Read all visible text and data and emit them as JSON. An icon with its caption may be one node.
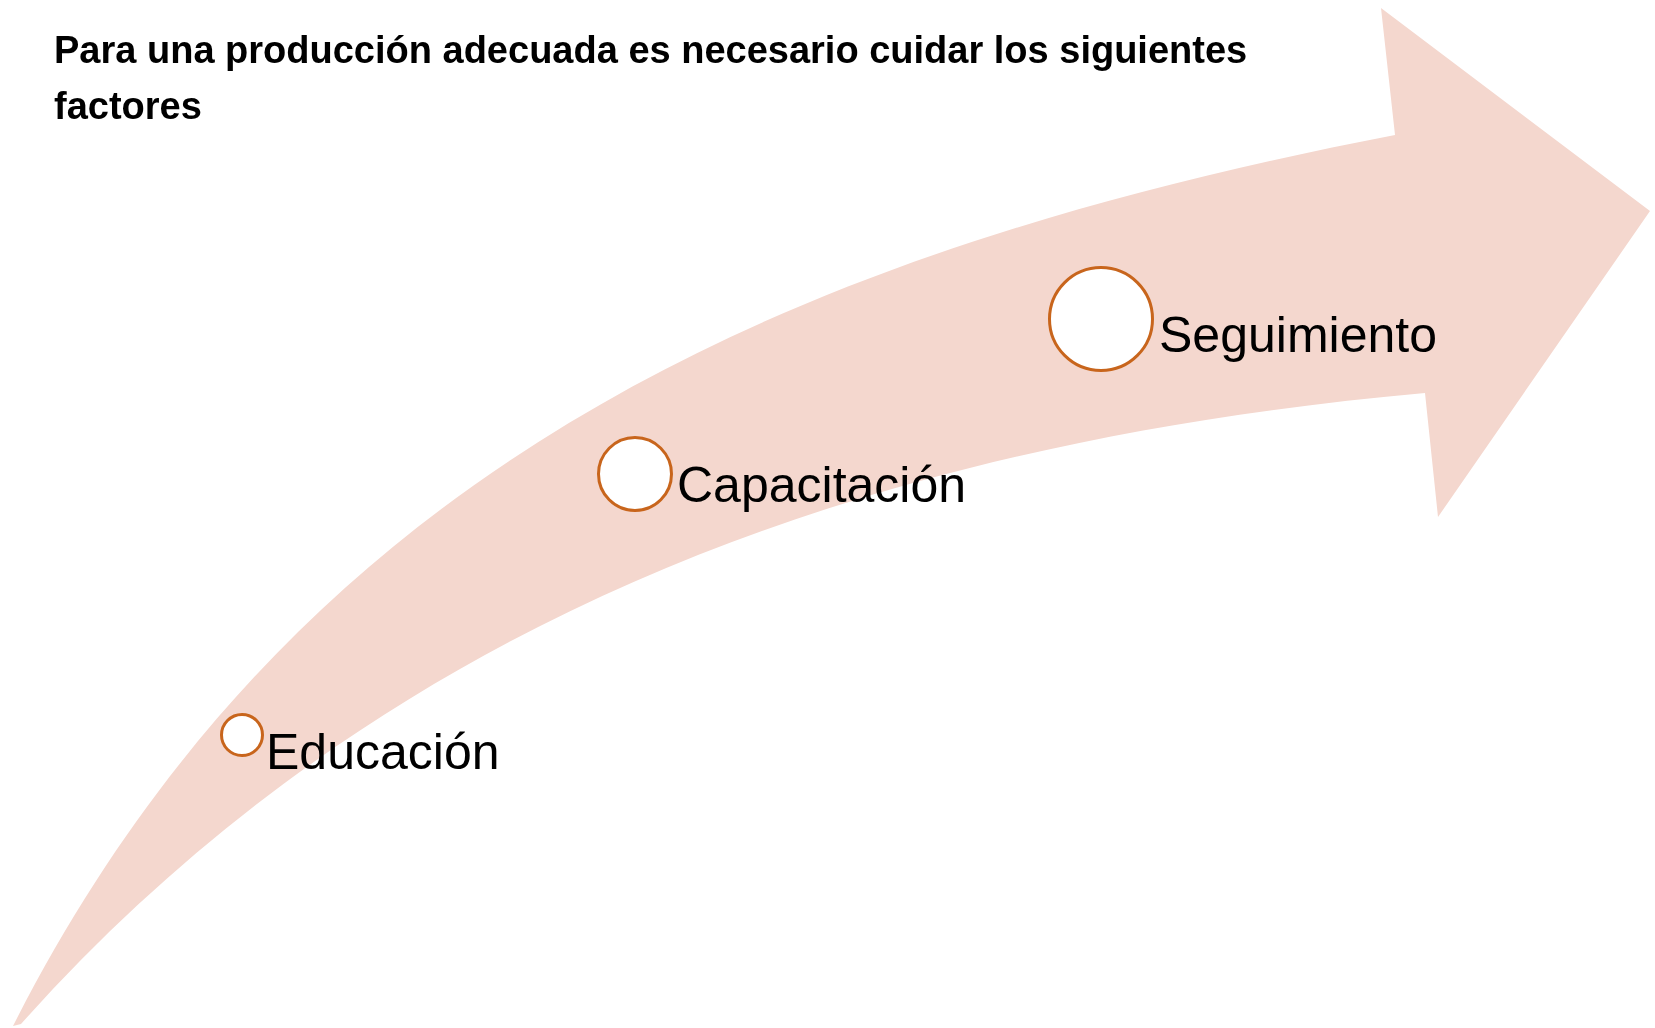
{
  "diagram": {
    "title": "Para una producción adecuada es necesario cuidar los siguientes factores",
    "nodes": [
      {
        "text": [],
        "shape": "circle",
        "beside": [
          "Educación"
        ]
      },
      {
        "text": [],
        "shape": "circle",
        "beside": [
          "Capacitación"
        ]
      },
      {
        "text": [],
        "shape": "circle",
        "beside": [
          "Seguimiento"
        ]
      }
    ]
  }
}
